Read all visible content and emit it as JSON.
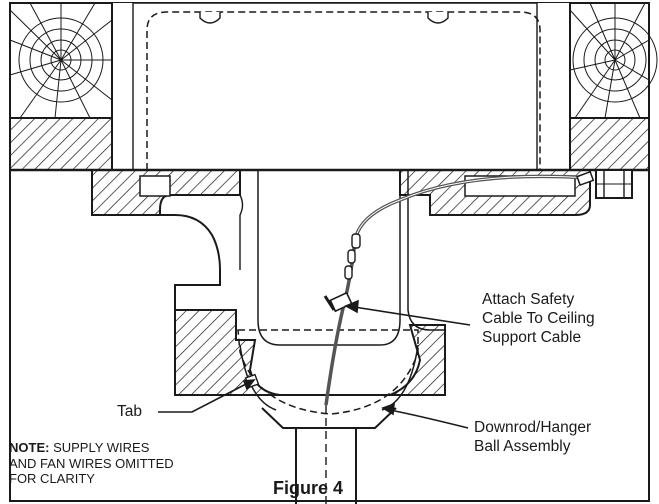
{
  "labels": {
    "attach": [
      "Attach Safety",
      "Cable To Ceiling",
      "Support Cable"
    ],
    "tab": "Tab",
    "downrod": [
      "Downrod/Hanger",
      "Ball Assembly"
    ]
  },
  "note": {
    "prefix": "NOTE:",
    "lines": [
      " SUPPLY WIRES",
      "AND FAN WIRES OMITTED",
      "FOR CLARITY"
    ]
  },
  "figure_title": "Figure 4",
  "colors": {
    "line": "#1a1a1a",
    "fill": "#ffffff",
    "hatch": "#1a1a1a",
    "cable": "#555555"
  }
}
